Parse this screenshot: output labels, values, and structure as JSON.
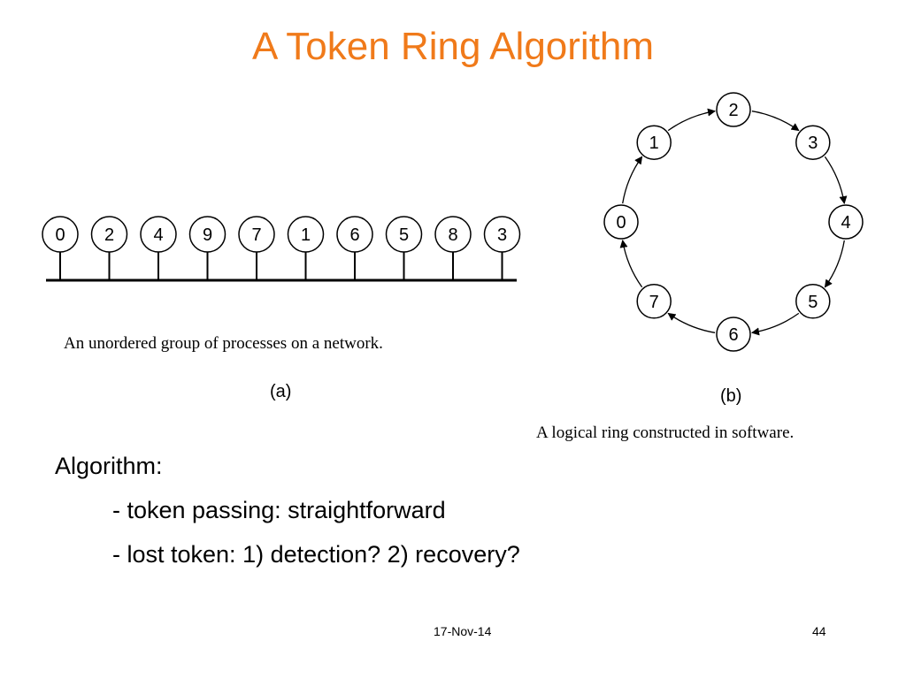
{
  "slide": {
    "title": "A Token Ring Algorithm",
    "date": "17-Nov-14",
    "page_number": "44"
  },
  "figure_a": {
    "nodes": [
      "0",
      "2",
      "4",
      "9",
      "7",
      "1",
      "6",
      "5",
      "8",
      "3"
    ],
    "label": "(a)",
    "caption": "An unordered group of processes on a network."
  },
  "figure_b": {
    "nodes": [
      "0",
      "1",
      "2",
      "3",
      "4",
      "5",
      "6",
      "7"
    ],
    "label": "(b)",
    "caption": "A logical ring constructed in software."
  },
  "bullets": {
    "heading": "Algorithm:",
    "items": [
      "- token passing: straightforward",
      "- lost token:  1) detection?  2) recovery?"
    ]
  },
  "colors": {
    "title": "#f07a1a",
    "line": "#000000"
  }
}
